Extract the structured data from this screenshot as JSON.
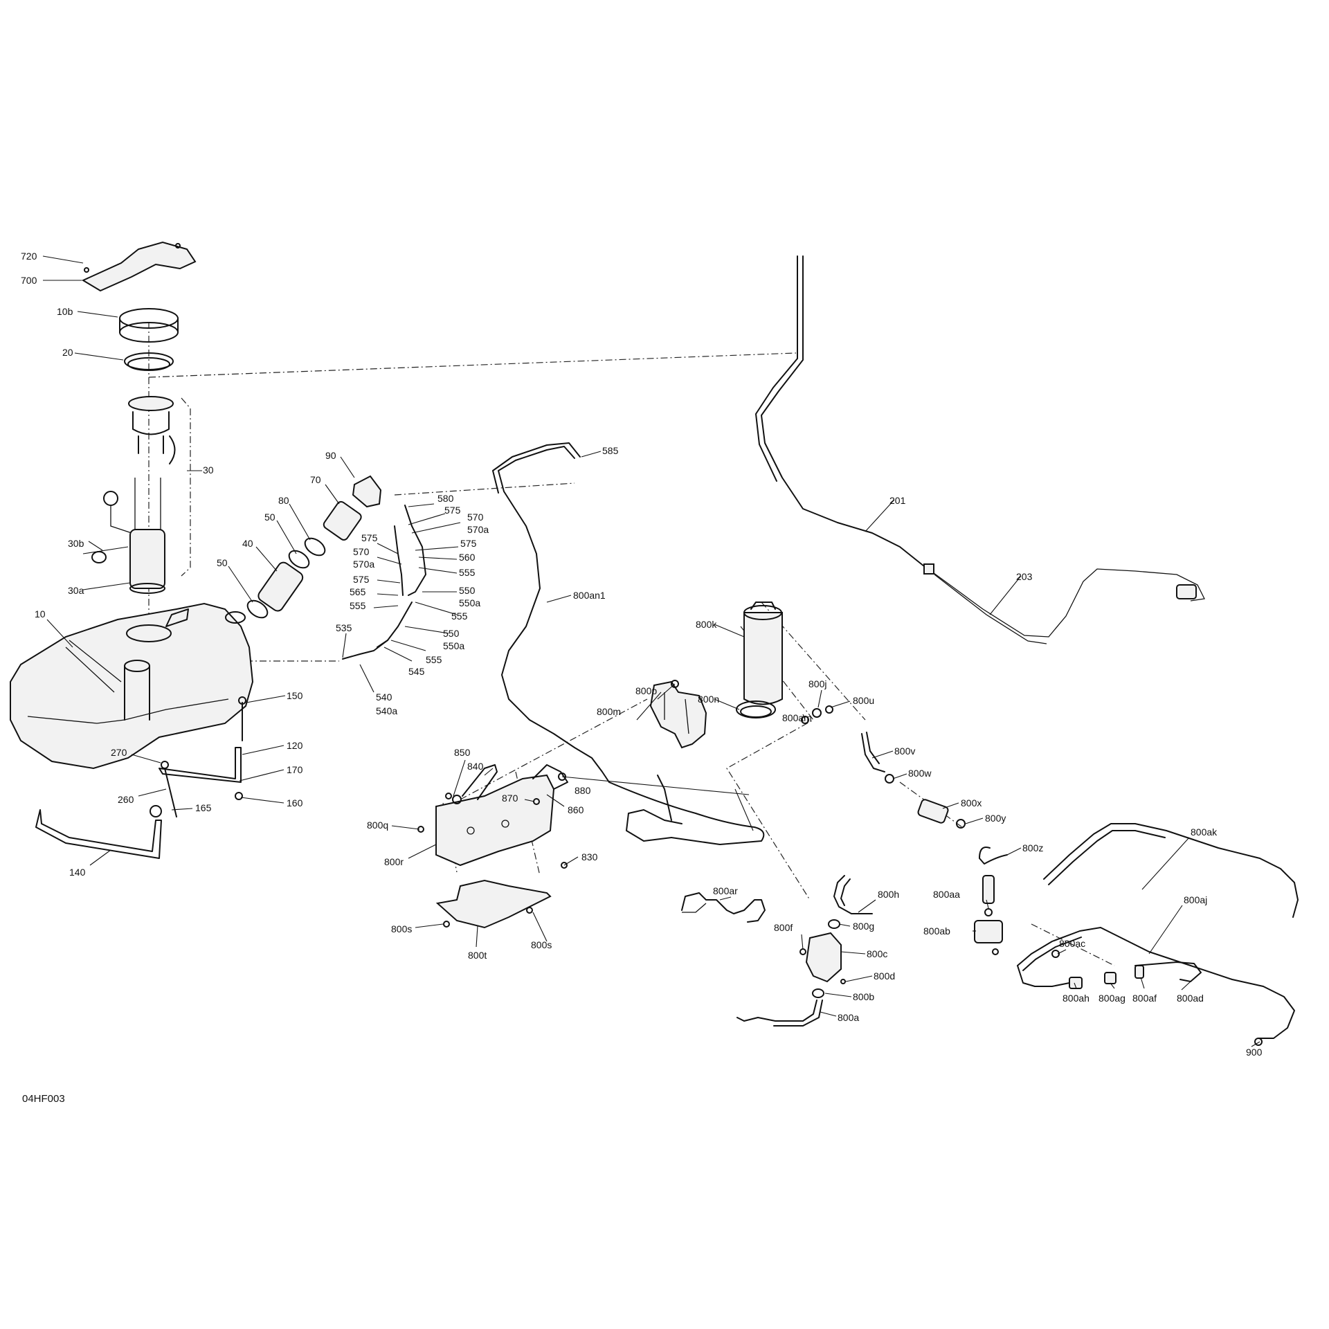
{
  "drawing_ref": "04HF003",
  "labels": {
    "p720": "720",
    "p700": "700",
    "p10b": "10b",
    "p20": "20",
    "p30": "30",
    "p30b": "30b",
    "p30a": "30a",
    "p10": "10",
    "p90": "90",
    "p70": "70",
    "p80": "80",
    "p50a": "50",
    "p40": "40",
    "p50b": "50",
    "p585": "585",
    "p580": "580",
    "p575a": "575",
    "p570a": "570",
    "p570a2": "570a",
    "p575b": "575",
    "p575c": "575",
    "p570b": "570",
    "p570b2": "570a",
    "p560": "560",
    "p555a": "555",
    "p575d": "575",
    "p565": "565",
    "p550a": "550",
    "p550a2": "550a",
    "p555b": "555",
    "p555c": "555",
    "p535": "535",
    "p550b": "550",
    "p550b2": "550a",
    "p555d": "555",
    "p545": "545",
    "p540": "540",
    "p540a": "540a",
    "p150": "150",
    "p120": "120",
    "p270": "270",
    "p170": "170",
    "p260": "260",
    "p165": "165",
    "p160": "160",
    "p140": "140",
    "p800an1": "800an1",
    "p201": "201",
    "p203": "203",
    "p800k": "800k",
    "p800j": "800j",
    "p800u": "800u",
    "p800n": "800n",
    "p800am": "800am",
    "p800m": "800m",
    "p800p": "800p",
    "p850": "850",
    "p840": "840",
    "p870": "870",
    "p880": "880",
    "p860": "860",
    "p800q": "800q",
    "p800r": "800r",
    "p830": "830",
    "p800s1": "800s",
    "p800s2": "800s",
    "p800t": "800t",
    "p800ar": "800ar",
    "p800v": "800v",
    "p800w": "800w",
    "p800x": "800x",
    "p800y": "800y",
    "p800z": "800z",
    "p800aa": "800aa",
    "p800ab": "800ab",
    "p800ac": "800ac",
    "p800ah": "800ah",
    "p800ag": "800ag",
    "p800af": "800af",
    "p800ad": "800ad",
    "p800ak": "800ak",
    "p800aj": "800aj",
    "p900": "900",
    "p800h": "800h",
    "p800f": "800f",
    "p800g": "800g",
    "p800c": "800c",
    "p800d": "800d",
    "p800b": "800b",
    "p800a": "800a"
  }
}
